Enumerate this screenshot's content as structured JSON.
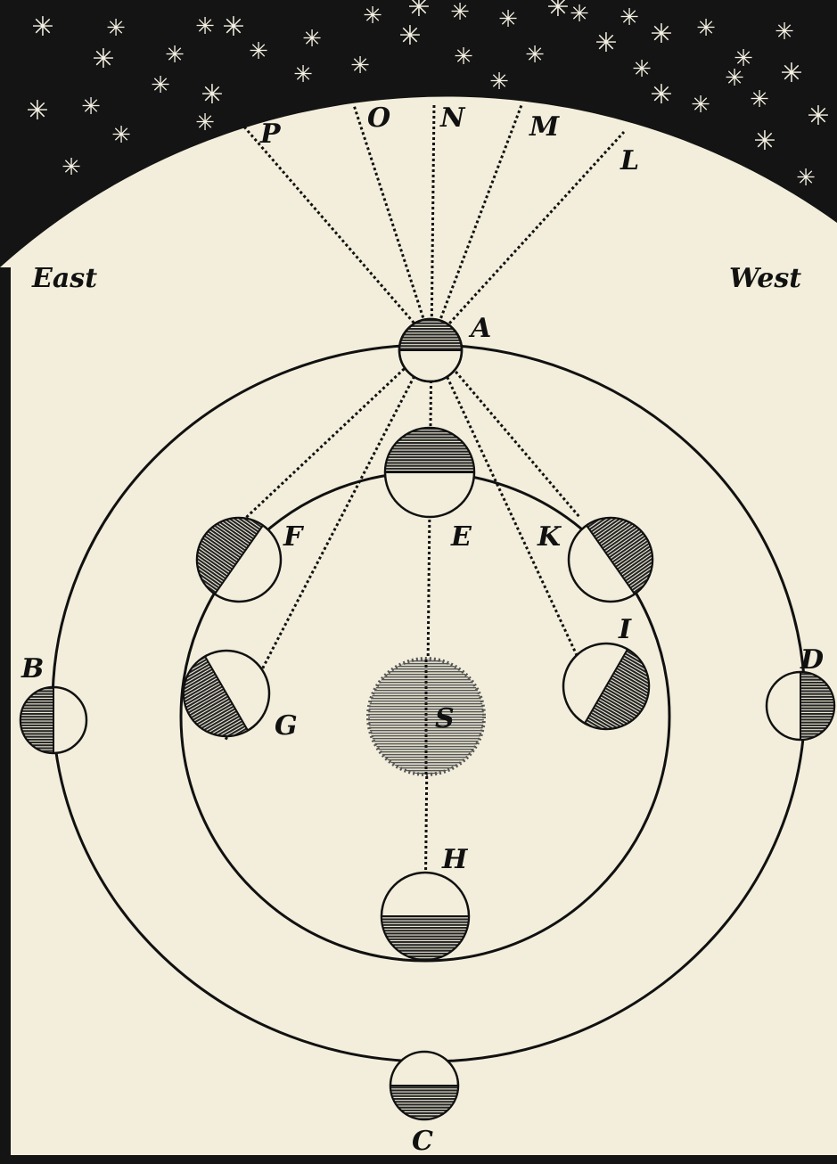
{
  "directions": {
    "east": "East",
    "west": "West"
  },
  "sun_label": "S",
  "sky_labels": [
    "P",
    "O",
    "N",
    "M",
    "L"
  ],
  "outer_planets": [
    {
      "label": "A",
      "lit": "bottom",
      "shading": "top"
    },
    {
      "label": "B",
      "lit": "right",
      "shading": "left"
    },
    {
      "label": "C",
      "lit": "top",
      "shading": "bottom"
    },
    {
      "label": "D",
      "lit": "left",
      "shading": "right"
    }
  ],
  "inner_planets": [
    {
      "label": "E",
      "shading": "top"
    },
    {
      "label": "F",
      "shading": "left"
    },
    {
      "label": "G",
      "shading": "left-bottom"
    },
    {
      "label": "H",
      "shading": "bottom"
    },
    {
      "label": "I",
      "shading": "right-bottom"
    },
    {
      "label": "K",
      "shading": "right"
    }
  ],
  "colors": {
    "paper": "#f2eedb",
    "sky": "#141414",
    "ink": "#111111"
  }
}
